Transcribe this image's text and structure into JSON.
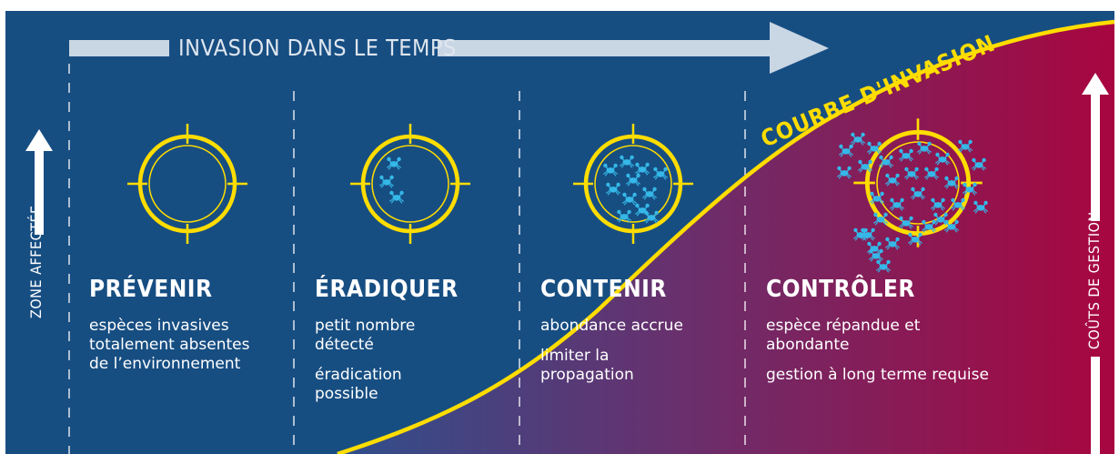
{
  "timeline": {
    "label": "INVASION DANS LE TEMPS"
  },
  "curve": {
    "label": "COURBE D'INVASION"
  },
  "axes": {
    "left_label": "ZONE AFFECTÉE",
    "right_label": "COÛTS DE GESTION"
  },
  "colors": {
    "background": "#174e82",
    "cost_gradient_end": "#a8063f",
    "curve": "#ffdd00",
    "crab": "#35b8e8",
    "arrow": "#c9d6e4"
  },
  "stages": [
    {
      "title": "PRÉVENIR",
      "lines": [
        "espèces invasives totalement absentes de l’environnement"
      ],
      "crab_count": 0
    },
    {
      "title": "ÉRADIQUER",
      "lines": [
        "petit nombre détecté",
        "éradication possible"
      ],
      "crab_count": 3
    },
    {
      "title": "CONTENIR",
      "lines": [
        "abondance accrue",
        "limiter la propagation"
      ],
      "crab_count": 11
    },
    {
      "title": "CONTRÔLER",
      "lines": [
        "espèce répandue et abondante",
        "gestion à long terme requise"
      ],
      "crab_count": 34
    }
  ],
  "icons": {
    "target": "crosshair-target-icon",
    "crab": "crab-icon",
    "arrow": "up-arrow-icon"
  }
}
